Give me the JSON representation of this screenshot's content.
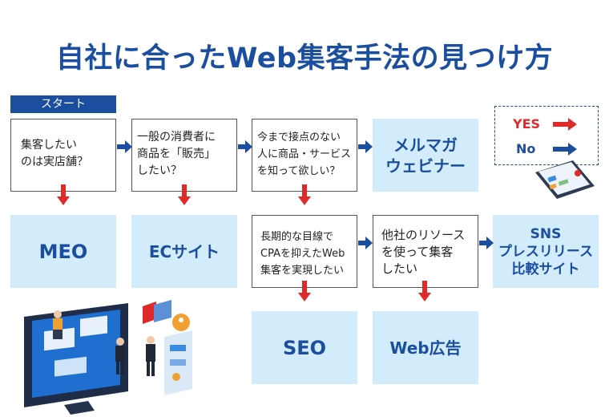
{
  "title": "自社に合ったWeb集客手法の見つけ方",
  "start_label": "スタート",
  "questions": {
    "q1": "集客したい\nのは実店舗？",
    "q2": "一般の消費者に\n商品を「販売」\nしたい？",
    "q3": "今まで接点のない\n人に商品・サービス\nを知って欲しい？",
    "q4": "長期的な目線で\nCPAを抑えたWeb\n集客を実現したい",
    "q5": "他社のリソース\nを使って集客\nしたい"
  },
  "results": {
    "meo": "MEO",
    "ec": "ECサイト",
    "mail": "メルマガ\nウェビナー",
    "seo": "SEO",
    "ad": "Web広告",
    "sns": "SNS\nプレスリリース\n比較サイト"
  },
  "legend": {
    "yes": "YES",
    "no": "No"
  },
  "colors": {
    "blue": "#1c4ea0",
    "red": "#e02a2a",
    "light": "#d3ecfb"
  }
}
